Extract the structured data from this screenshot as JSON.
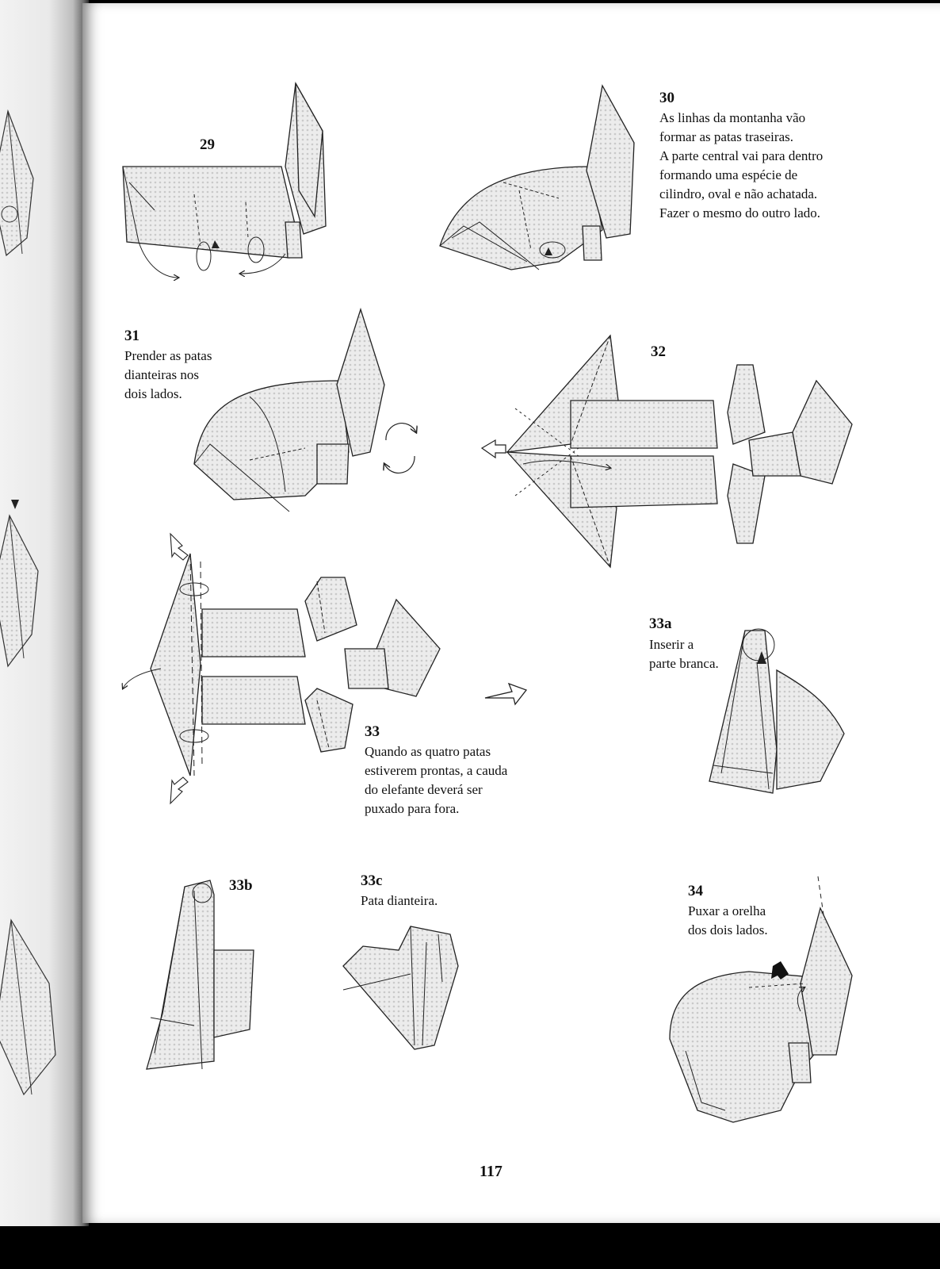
{
  "page_number": "117",
  "steps": {
    "s29": {
      "number": "29"
    },
    "s30": {
      "number": "30",
      "lines": [
        "As linhas da montanha vão",
        "formar as patas traseiras.",
        "A parte central vai para dentro",
        "formando uma espécie de",
        "cilindro, oval e não achatada.",
        "Fazer o mesmo do outro lado."
      ]
    },
    "s31": {
      "number": "31",
      "lines": [
        "Prender as patas",
        "dianteiras nos",
        "dois lados."
      ]
    },
    "s32": {
      "number": "32"
    },
    "s33": {
      "number": "33",
      "lines": [
        "Quando as quatro patas",
        "estiverem prontas, a cauda",
        "do elefante deverá ser",
        "puxado para fora."
      ]
    },
    "s33a": {
      "number": "33a",
      "lines": [
        "Inserir a",
        "parte branca."
      ]
    },
    "s33b": {
      "number": "33b"
    },
    "s33c": {
      "number": "33c",
      "lines": [
        "Pata dianteira."
      ]
    },
    "s34": {
      "number": "34",
      "lines": [
        "Puxar a orelha",
        "dos dois lados."
      ]
    }
  },
  "colors": {
    "paper_fill": "#e6e6e6",
    "line": "#222222",
    "background_edge": "#000000"
  }
}
